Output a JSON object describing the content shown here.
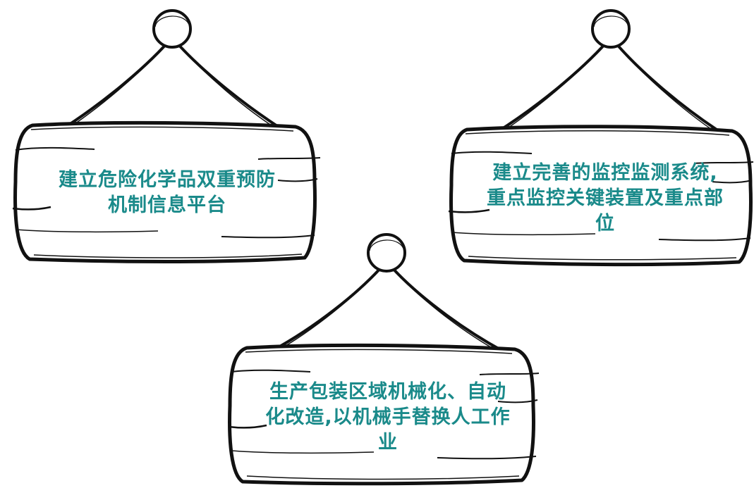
{
  "colors": {
    "text": "#1a8a8a",
    "ink": "#111111",
    "board_fill": "#ffffff"
  },
  "signs": [
    {
      "text": "建立危险化学品双重预防机制信息平台"
    },
    {
      "text": "建立完善的监控监测系统,重点监控关键装置及重点部位"
    },
    {
      "text": "生产包装区域机械化、自动化改造,以机械手替换人工作业"
    }
  ]
}
